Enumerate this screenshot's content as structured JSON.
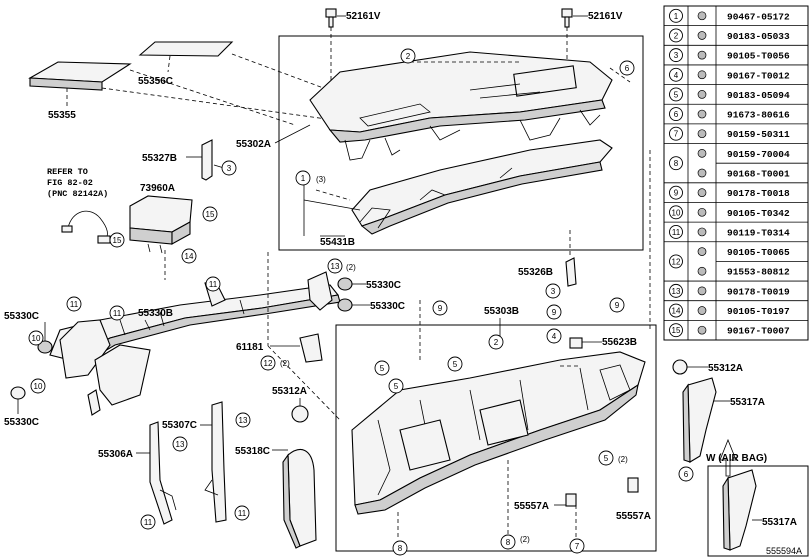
{
  "labels": {
    "p52161v_left": "52161V",
    "p52161v_right": "52161V",
    "p55356c": "55356C",
    "p55355": "55355",
    "p55302a": "55302A",
    "p55327b": "55327B",
    "p73960a": "73960A",
    "p55431b": "55431B",
    "p55326b": "55326B",
    "p55330c_a": "55330C",
    "p55330c_b": "55330C",
    "p55330c_c": "55330C",
    "p55330c_d": "55330C",
    "p55330b": "55330B",
    "p61181": "61181",
    "p55303b": "55303B",
    "p55623b": "55623B",
    "p55312a_a": "55312A",
    "p55312a_b": "55312A",
    "p55317a_a": "55317A",
    "p55317a_b": "55317A",
    "p55318c": "55318C",
    "p55307c": "55307C",
    "p55306a": "55306A",
    "p55557a_a": "55557A",
    "p55557a_b": "55557A",
    "refer_line1": "REFER TO",
    "refer_line2": "FIG 82-02",
    "refer_line3": "(PNC 82142A)",
    "airbag_note": "W (AIR BAG)",
    "qty_2a": "(2)",
    "qty_2b": "(2)",
    "qty_2c": "(2)",
    "qty_2d": "(2)",
    "qty_3": "(3)",
    "footer_code": "555594A"
  },
  "table": {
    "rows": [
      {
        "no": "1",
        "part": "90467-05172"
      },
      {
        "no": "2",
        "part": "90183-05033"
      },
      {
        "no": "3",
        "part": "90105-T0056"
      },
      {
        "no": "4",
        "part": "90167-T0012"
      },
      {
        "no": "5",
        "part": "90183-05094"
      },
      {
        "no": "6",
        "part": "91673-80616"
      },
      {
        "no": "7",
        "part": "90159-50311"
      },
      {
        "no": "8",
        "part": "90159-70004"
      },
      {
        "no": "8",
        "part": "90168-T0001"
      },
      {
        "no": "9",
        "part": "90178-T0018"
      },
      {
        "no": "10",
        "part": "90105-T0342"
      },
      {
        "no": "11",
        "part": "90119-T0314"
      },
      {
        "no": "12",
        "part": "90105-T0065"
      },
      {
        "no": "12",
        "part": "91553-80812"
      },
      {
        "no": "13",
        "part": "90178-T0019"
      },
      {
        "no": "14",
        "part": "90105-T0197"
      },
      {
        "no": "15",
        "part": "90167-T0007"
      }
    ]
  },
  "callouts": [
    "1",
    "2",
    "2",
    "3",
    "3",
    "4",
    "5",
    "5",
    "5",
    "5",
    "6",
    "6",
    "7",
    "8",
    "8",
    "9",
    "9",
    "9",
    "10",
    "10",
    "11",
    "11",
    "11",
    "11",
    "11",
    "12",
    "13",
    "13",
    "13",
    "14",
    "15",
    "15"
  ]
}
